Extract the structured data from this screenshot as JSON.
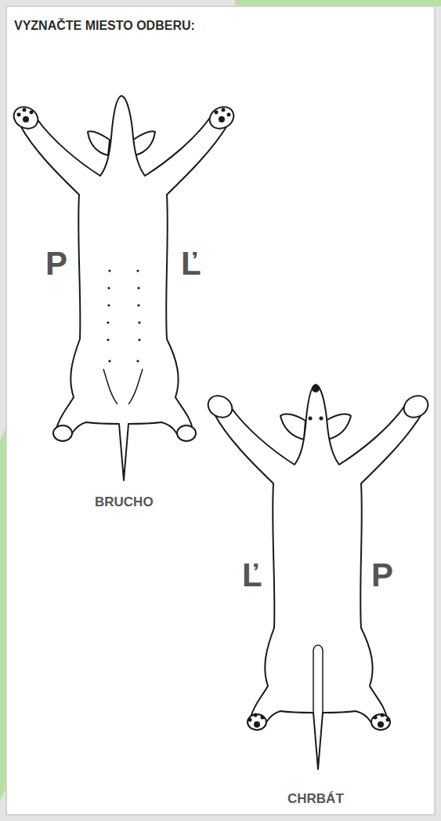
{
  "diagram": {
    "title": "VYZNAČTE MIESTO ODBERU:",
    "labels": [
      "P",
      "Ľ",
      "BRUCHO",
      "Ľ",
      "P",
      "CHRBÁT"
    ]
  }
}
